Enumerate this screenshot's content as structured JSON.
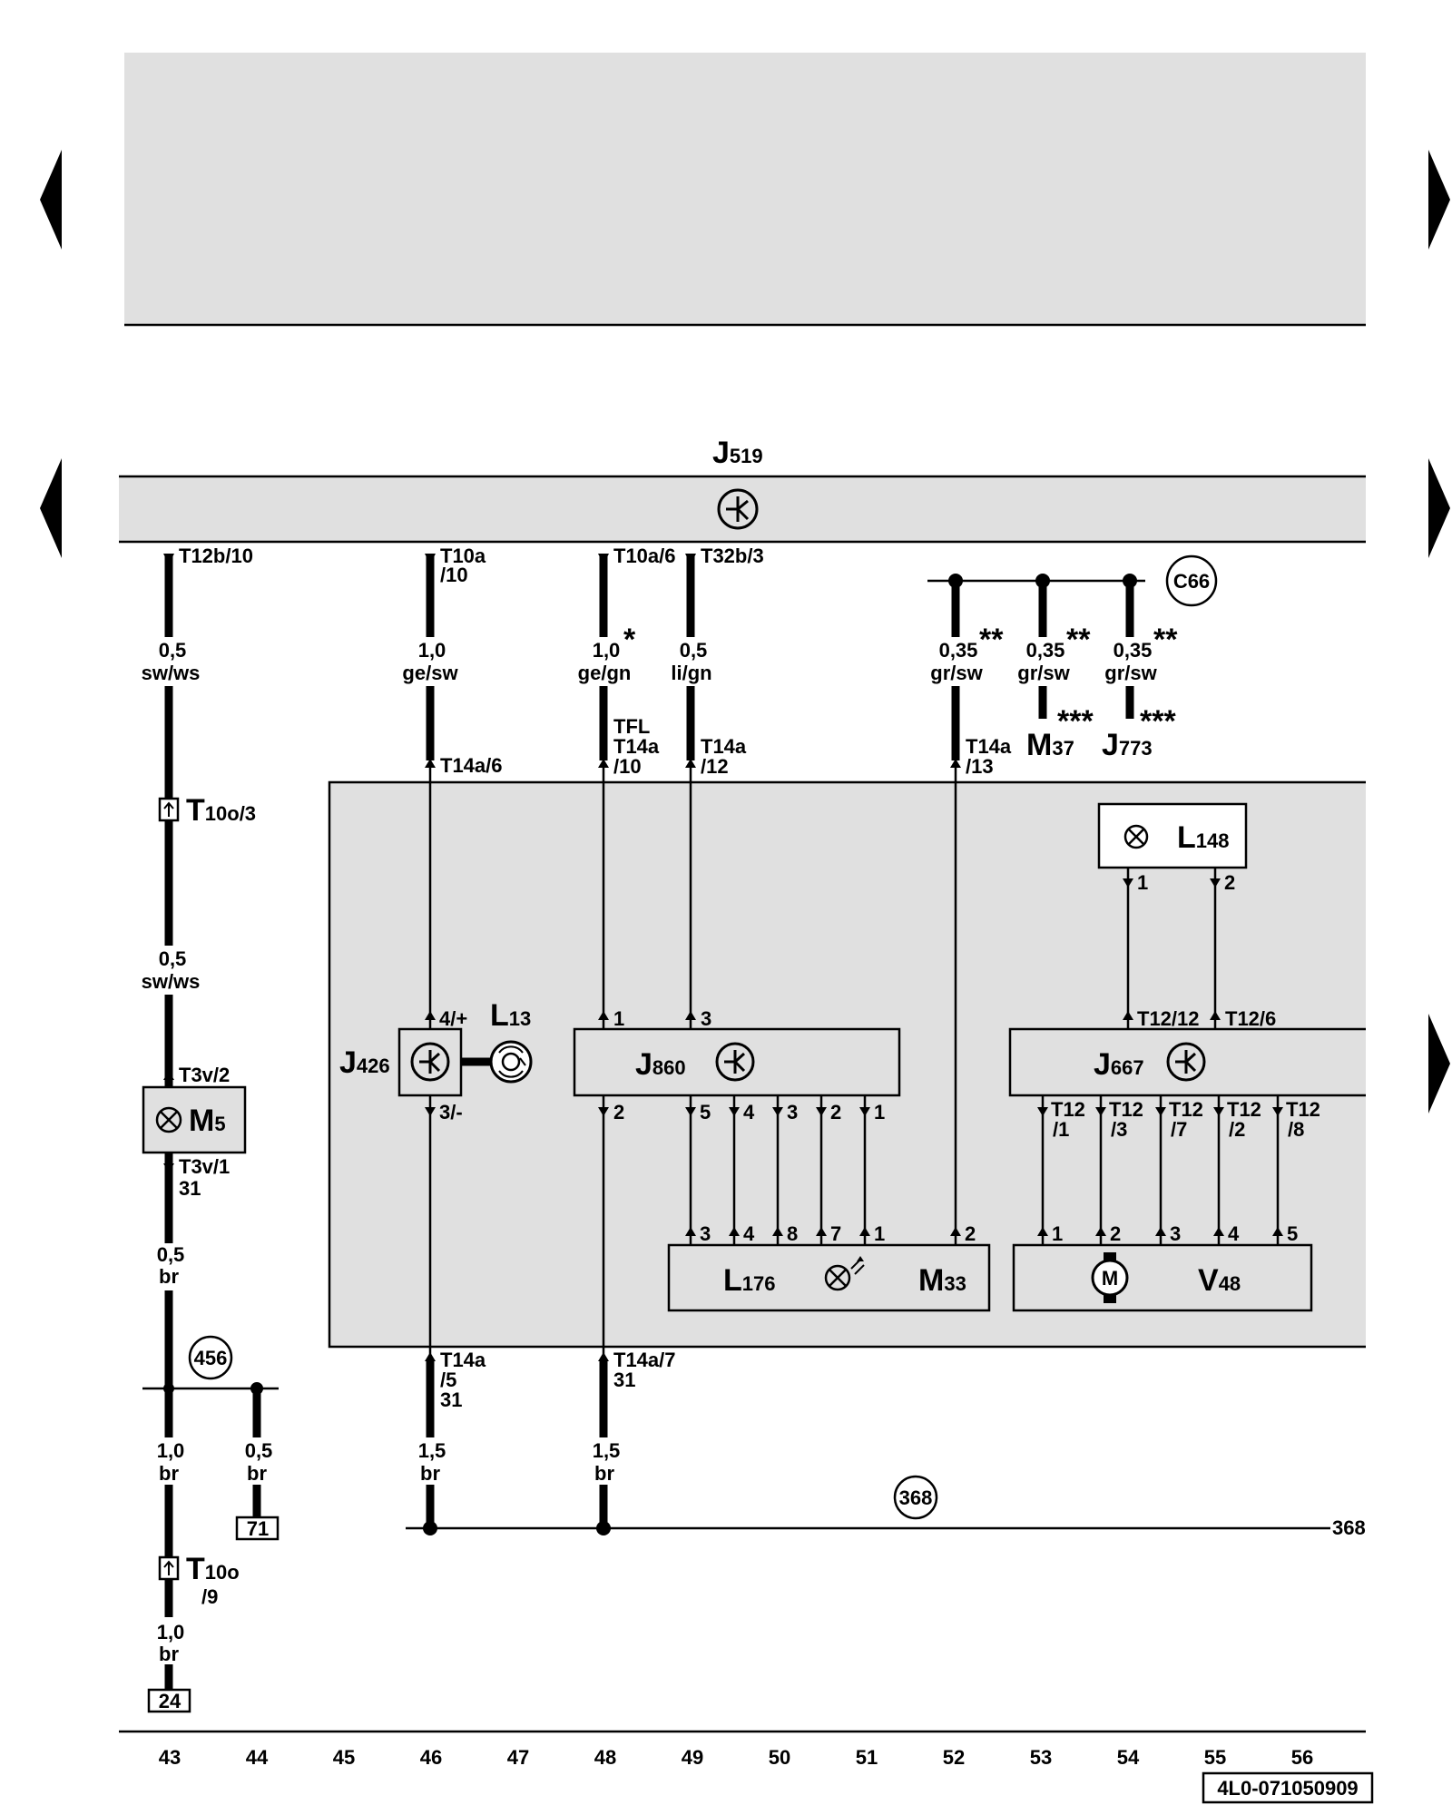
{
  "controllers": {
    "j519": {
      "main": "J",
      "sub": "519"
    },
    "j426": {
      "main": "J",
      "sub": "426"
    },
    "j860": {
      "main": "J",
      "sub": "860"
    },
    "j667": {
      "main": "J",
      "sub": "667"
    },
    "j773": {
      "main": "J",
      "sub": "773"
    }
  },
  "components": {
    "m5": {
      "main": "M",
      "sub": "5"
    },
    "l13": {
      "main": "L",
      "sub": "13"
    },
    "l148": {
      "main": "L",
      "sub": "148"
    },
    "l176": {
      "main": "L",
      "sub": "176"
    },
    "m33": {
      "main": "M",
      "sub": "33"
    },
    "m37": {
      "main": "M",
      "sub": "37"
    },
    "v48": {
      "main": "V",
      "sub": "48"
    },
    "t10o3": {
      "main": "T",
      "sub": "10o/3"
    },
    "t10o9": {
      "main": "T",
      "sub": "10o",
      "sub2": "/9"
    }
  },
  "connectors": {
    "t12b10": "T12b/10",
    "t10a10_a": "T10a",
    "t10a10_b": "/10",
    "t10a6": "T10a/6",
    "t32b3": "T32b/3",
    "t14a6": "T14a/6",
    "tfl": "TFL",
    "t14a10_a": "T14a",
    "t14a10_b": "/10",
    "t14a12_a": "T14a",
    "t14a12_b": "/12",
    "t14a13_a": "T14a",
    "t14a13_b": "/13",
    "t3v2": "T3v/2",
    "t3v1": "T3v/1",
    "t3v1_31": "31",
    "j426_p4": "4/+",
    "j426_p3": "3/-",
    "j860_p1": "1",
    "j860_p3": "3",
    "j860_p2": "2",
    "j860_p5": "5",
    "j860_p4": "4",
    "j860_p3b": "3",
    "j860_p2b": "2",
    "j860_p1b": "1",
    "l176_p3": "3",
    "l176_p4": "4",
    "l176_p8": "8",
    "l176_p7": "7",
    "l176_p1": "1",
    "m33_p2": "2",
    "l148_p1": "1",
    "l148_p2": "2",
    "j667_t1212": "T12/12",
    "j667_t126": "T12/6",
    "j667_b1": [
      "T12",
      "/1"
    ],
    "j667_b3": [
      "T12",
      "/3"
    ],
    "j667_b7": [
      "T12",
      "/7"
    ],
    "j667_b2": [
      "T12",
      "/2"
    ],
    "j667_b8": [
      "T12",
      "/8"
    ],
    "v48_p1": "1",
    "v48_p2": "2",
    "v48_p3": "3",
    "v48_p4": "4",
    "v48_p5": "5",
    "t14a5_a": "T14a",
    "t14a5_b": "/5",
    "t14a5_c": "31",
    "t14a7_a": "T14a/7",
    "t14a7_b": "31"
  },
  "wires": {
    "w43a": [
      "0,5",
      "sw/ws"
    ],
    "w43b": [
      "0,5",
      "sw/ws"
    ],
    "w43c": [
      "0,5",
      "br"
    ],
    "w43d": [
      "1,0",
      "br"
    ],
    "w43e": [
      "1,0",
      "br"
    ],
    "w44": [
      "0,5",
      "br"
    ],
    "w46": [
      "1,0",
      "ge/sw"
    ],
    "w46b": [
      "1,5",
      "br"
    ],
    "w48": [
      "1,0",
      "ge/gn"
    ],
    "w48_mark": "*",
    "w48b": [
      "1,5",
      "br"
    ],
    "w49": [
      "0,5",
      "li/gn"
    ],
    "w52": [
      "0,35",
      "gr/sw"
    ],
    "w53": [
      "0,35",
      "gr/sw"
    ],
    "w54": [
      "0,35",
      "gr/sw"
    ],
    "dstar": "**",
    "tstar": "***"
  },
  "refs": {
    "c66": "C66",
    "g456": "456",
    "g368": "368",
    "g368_right": "368",
    "box24": "24",
    "box71": "71"
  },
  "columns": [
    "43",
    "44",
    "45",
    "46",
    "47",
    "48",
    "49",
    "50",
    "51",
    "52",
    "53",
    "54",
    "55",
    "56"
  ],
  "doc_id": "4L0-071050909"
}
